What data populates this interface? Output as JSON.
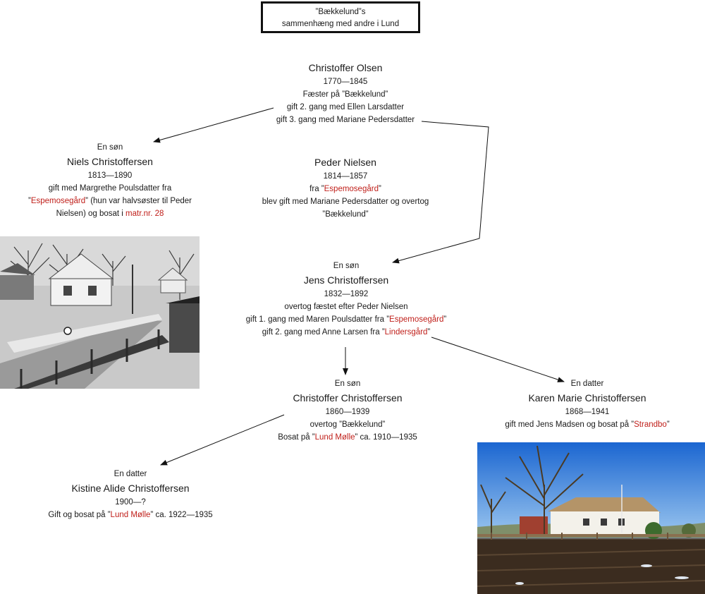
{
  "title": {
    "line1": "”Bækkelund”s",
    "line2": "sammenhæng med andre i Lund"
  },
  "colors": {
    "highlight": "#c0201b",
    "text": "#1a1a1a",
    "border": "#111111"
  },
  "nodes": {
    "christoffer_olsen": {
      "name": "Christoffer Olsen",
      "years": "1770—1845",
      "role": "Fæster på ”Bækkelund”",
      "marriage2": "gift 2. gang med Ellen Larsdatter",
      "marriage3": "gift 3. gang med Mariane Pedersdatter"
    },
    "niels": {
      "relation": "En søn",
      "name": "Niels Christoffersen",
      "years": "1813—1890",
      "line1": "gift med Margrethe Poulsdatter fra",
      "q_open": "”",
      "place1": "Espemosegård",
      "line2_rest": "” (hun var halvsøster til Peder",
      "line3_pre": "Nielsen) og bosat i ",
      "place2": "matr.nr. 28"
    },
    "peder": {
      "name": "Peder Nielsen",
      "years": "1814—1857",
      "from_pre": "fra ”",
      "place": "Espemosegård",
      "from_post": "”",
      "line1": "blev gift med Mariane Pedersdatter og overtog",
      "line2": "”Bækkelund”"
    },
    "jens": {
      "relation": "En søn",
      "name": "Jens Christoffersen",
      "years": "1832—1892",
      "line1": "overtog fæstet efter Peder Nielsen",
      "m1_pre": "gift 1. gang med Maren Poulsdatter fra ”",
      "m1_place": "Espemosegård",
      "m1_post": "”",
      "m2_pre": "gift 2. gang med Anne Larsen fra ”",
      "m2_place": "Lindersgård",
      "m2_post": "”"
    },
    "christoffer_c": {
      "relation": "En søn",
      "name": "Christoffer Christoffersen",
      "years": "1860—1939",
      "line1": "overtog ”Bækkelund”",
      "line2_pre": "Bosat på ”",
      "place": "Lund Mølle",
      "line2_post": "” ca. 1910—1935"
    },
    "karen": {
      "relation": "En datter",
      "name": "Karen Marie Christoffersen",
      "years": "1868—1941",
      "line1_pre": "gift med Jens Madsen og bosat på ”",
      "place": "Strandbo",
      "line1_post": "”"
    },
    "kistine": {
      "relation": "En datter",
      "name": "Kistine Alide Christoffersen",
      "years": "1900—?",
      "line1_pre": "Gift og bosat på ”",
      "place": "Lund Mølle",
      "line1_post": "” ca. 1922—1935"
    }
  }
}
